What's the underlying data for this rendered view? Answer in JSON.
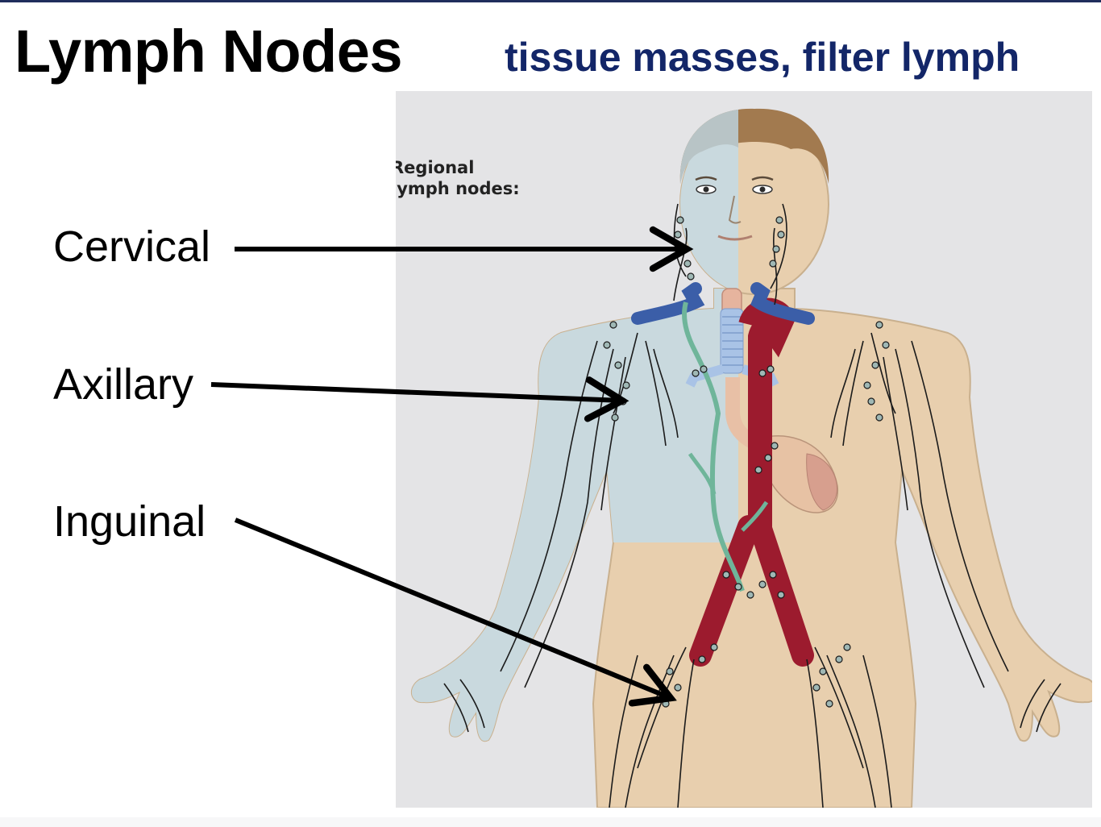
{
  "slide": {
    "title": "Lymph Nodes",
    "subtitle": "tissue masses, filter lymph",
    "accent_color": "#132668"
  },
  "figure": {
    "caption": "Regional\nlymph nodes:",
    "skin_color": "#e8cfae",
    "lymph_side_color": "#c9d9de",
    "artery_color": "#9c1b2e",
    "vein_color": "#3b5ea8",
    "duct_color": "#6fb59a"
  },
  "labels": {
    "cervical": "Cervical",
    "axillary": "Axillary",
    "inguinal": "Inguinal"
  }
}
